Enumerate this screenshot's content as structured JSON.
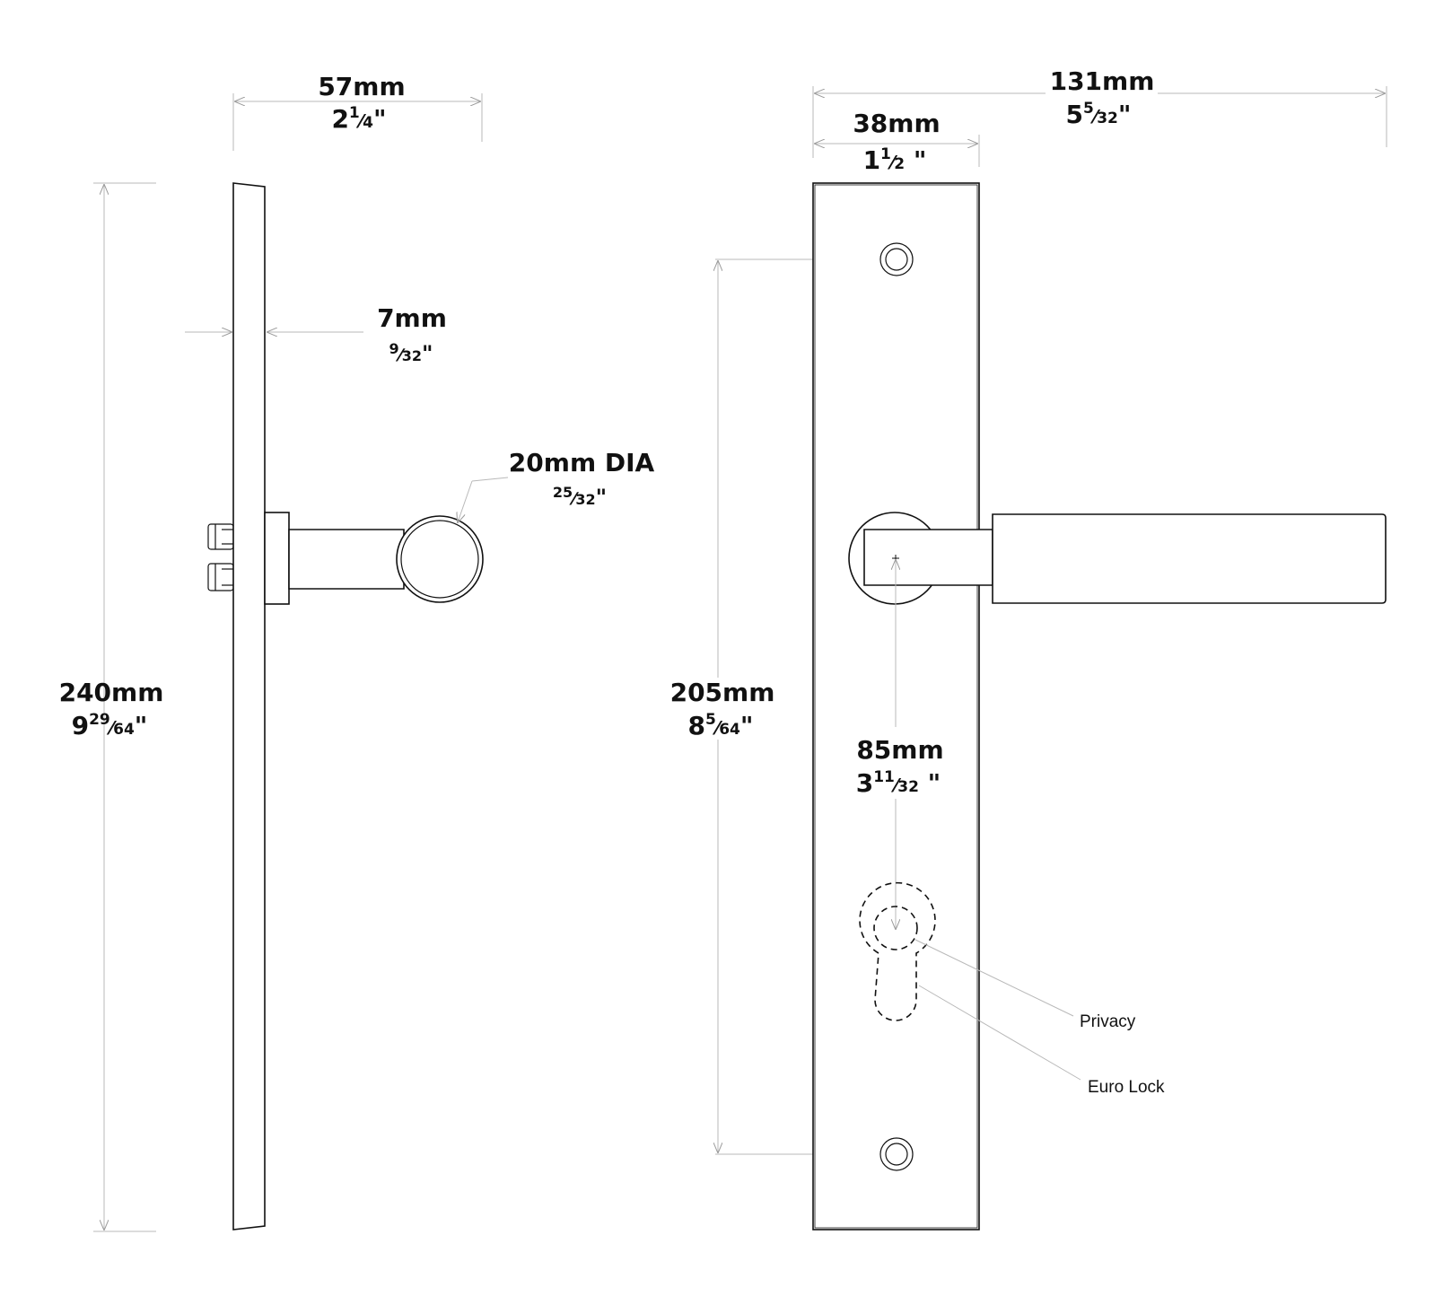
{
  "dimensions": {
    "side_depth": {
      "mm": "57mm",
      "whole": "2",
      "num": "1",
      "den": "4"
    },
    "side_height": {
      "mm": "240mm",
      "whole": "9",
      "num": "29",
      "den": "64"
    },
    "plate_thickness": {
      "mm": "7mm",
      "whole": "",
      "num": "9",
      "den": "32"
    },
    "lever_diameter": {
      "mm": "20mm DIA",
      "whole": "",
      "num": "25",
      "den": "32"
    },
    "front_width": {
      "mm": "131mm",
      "whole": "5",
      "num": "5",
      "den": "32"
    },
    "plate_width": {
      "mm": "38mm",
      "whole": "1",
      "num": "1",
      "den": "2"
    },
    "fixing_centres": {
      "mm": "205mm",
      "whole": "8",
      "num": "5",
      "den": "64"
    },
    "backset_to_lock": {
      "mm": "85mm",
      "whole": "3",
      "num": "11",
      "den": "32"
    }
  },
  "inch_mark": "\"",
  "callouts": {
    "privacy": "Privacy",
    "euro_lock": "Euro Lock"
  }
}
